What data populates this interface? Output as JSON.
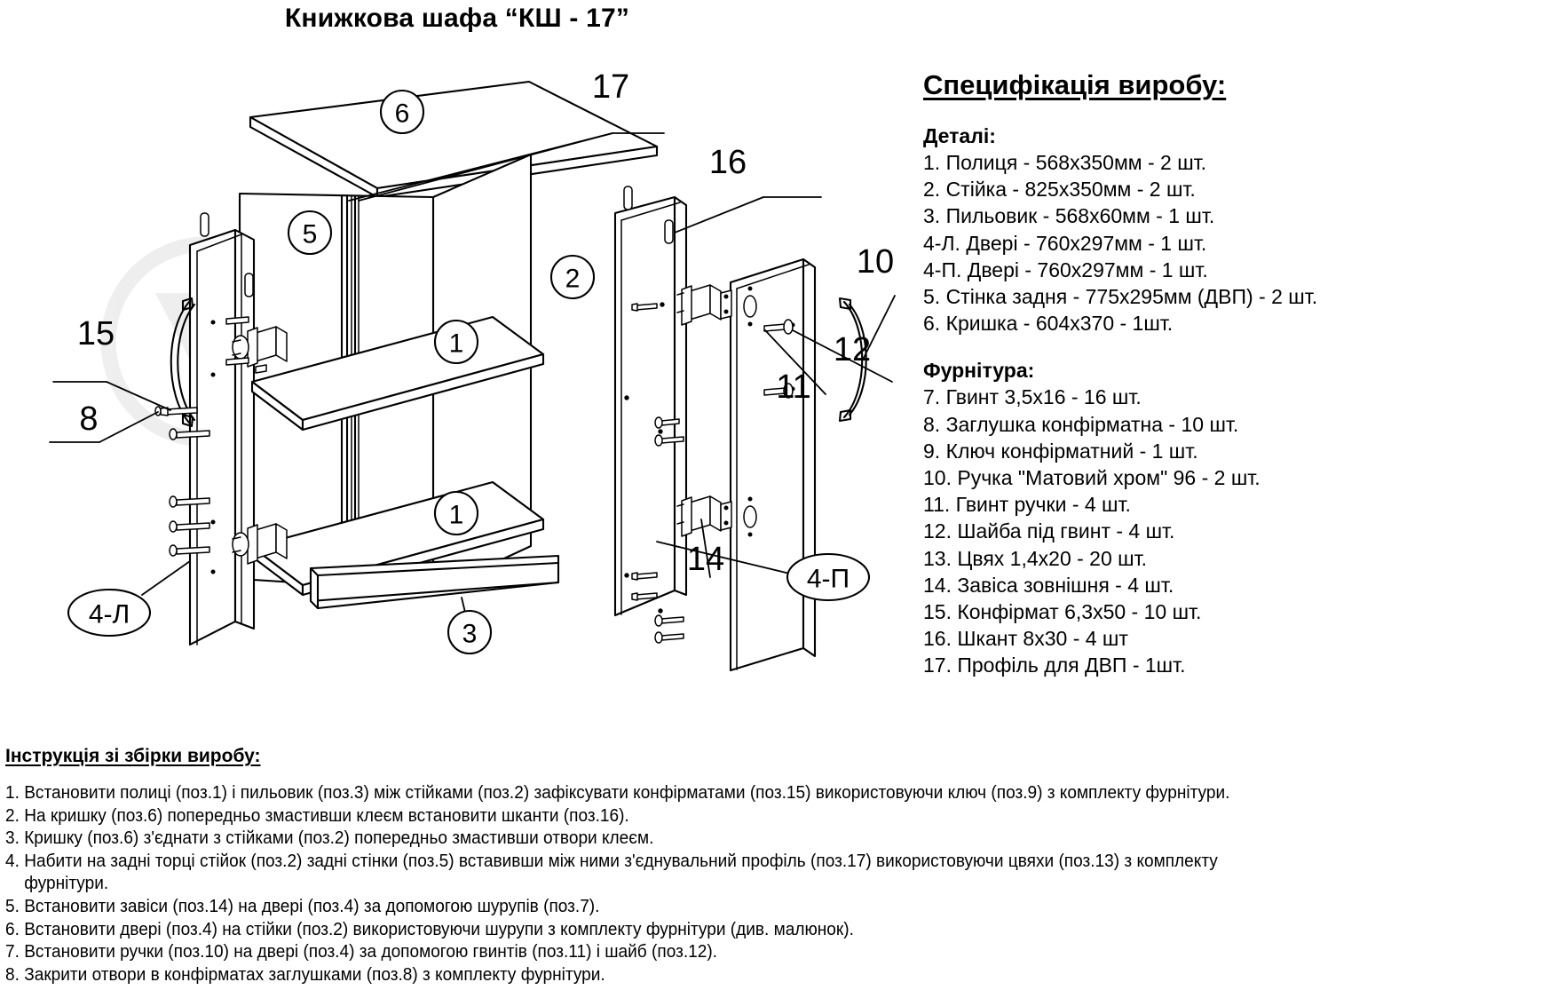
{
  "title": "Книжкова шафа  “КШ - 17”",
  "spec": {
    "heading": "Специфікація виробу:",
    "parts_title": "Деталі:",
    "parts": [
      "1. Полиця - 568х350мм - 2 шт.",
      "2. Стійка - 825х350мм - 2 шт.",
      "3. Пильовик - 568х60мм - 1 шт.",
      "4-Л. Двері - 760х297мм - 1 шт.",
      "4-П. Двері - 760х297мм - 1 шт.",
      "5. Стінка задня - 775х295мм (ДВП) - 2 шт.",
      "6. Кришка - 604х370 - 1шт."
    ],
    "hardware_title": "Фурнітура:",
    "hardware": [
      "7. Гвинт 3,5х16 - 16 шт.",
      "8. Заглушка конфірматна - 10 шт.",
      "9. Ключ конфірматний - 1 шт.",
      "10. Ручка \"Матовий хром\" 96 - 2 шт.",
      "11. Гвинт ручки - 4 шт.",
      "12. Шайба під гвинт - 4 шт.",
      "13. Цвях 1,4х20 - 20 шт.",
      "14. Завіса зовнішня - 4 шт.",
      "15. Конфірмат 6,3х50 - 10 шт.",
      "16. Шкант 8х30 - 4 шт",
      "17. Профіль для ДВП - 1шт."
    ]
  },
  "instructions": {
    "heading": "Інструкція зі збірки виробу:",
    "steps": [
      "1. Встановити полиці (поз.1) і пильовик (поз.3) між стійками (поз.2) зафіксувати конфірматами (поз.15) використовуючи ключ (поз.9) з комплекту фурнітури.",
      "2. На кришку (поз.6) попередньо змастивши клеєм встановити шканти (поз.16).",
      "3. Кришку (поз.6) з'єднати з стійками (поз.2) попередньо змастивши отвори клеєм.",
      "4. Набити на задні торці стійок (поз.2) задні стінки (поз.5) вставивши між ними з'єднувальний профіль (поз.17) використовуючи цвяхи (поз.13) з комплекту\n    фурнітури.",
      "5. Встановити завіси (поз.14) на двері (поз.4) за допомогою шурупів (поз.7).",
      "6. Встановити двері (поз.4) на стійки (поз.2) використовуючи шурупи з комплекту фурнітури (див. малюнок).",
      "7. Встановити ручки (поз.10) на двері (поз.4) за допомогою гвинтів (поз.11) і шайб (поз.12).",
      "8. Закрити отвори в конфірматах заглушками (поз.8) з комплекту фурнітури."
    ]
  },
  "drawing": {
    "balloons": {
      "top_panel": "6",
      "back_panel": "5",
      "side_panel": "2",
      "shelf_upper": "1",
      "shelf_lower": "1",
      "dust_rail": "3",
      "door_left": "4-Л",
      "door_right": "4-П"
    },
    "callouts": {
      "profile": "17",
      "dowel": "16",
      "handle": "10",
      "washer": "12",
      "handle_screw": "11",
      "hinge": "14",
      "confirmat": "15",
      "cap": "8"
    }
  }
}
